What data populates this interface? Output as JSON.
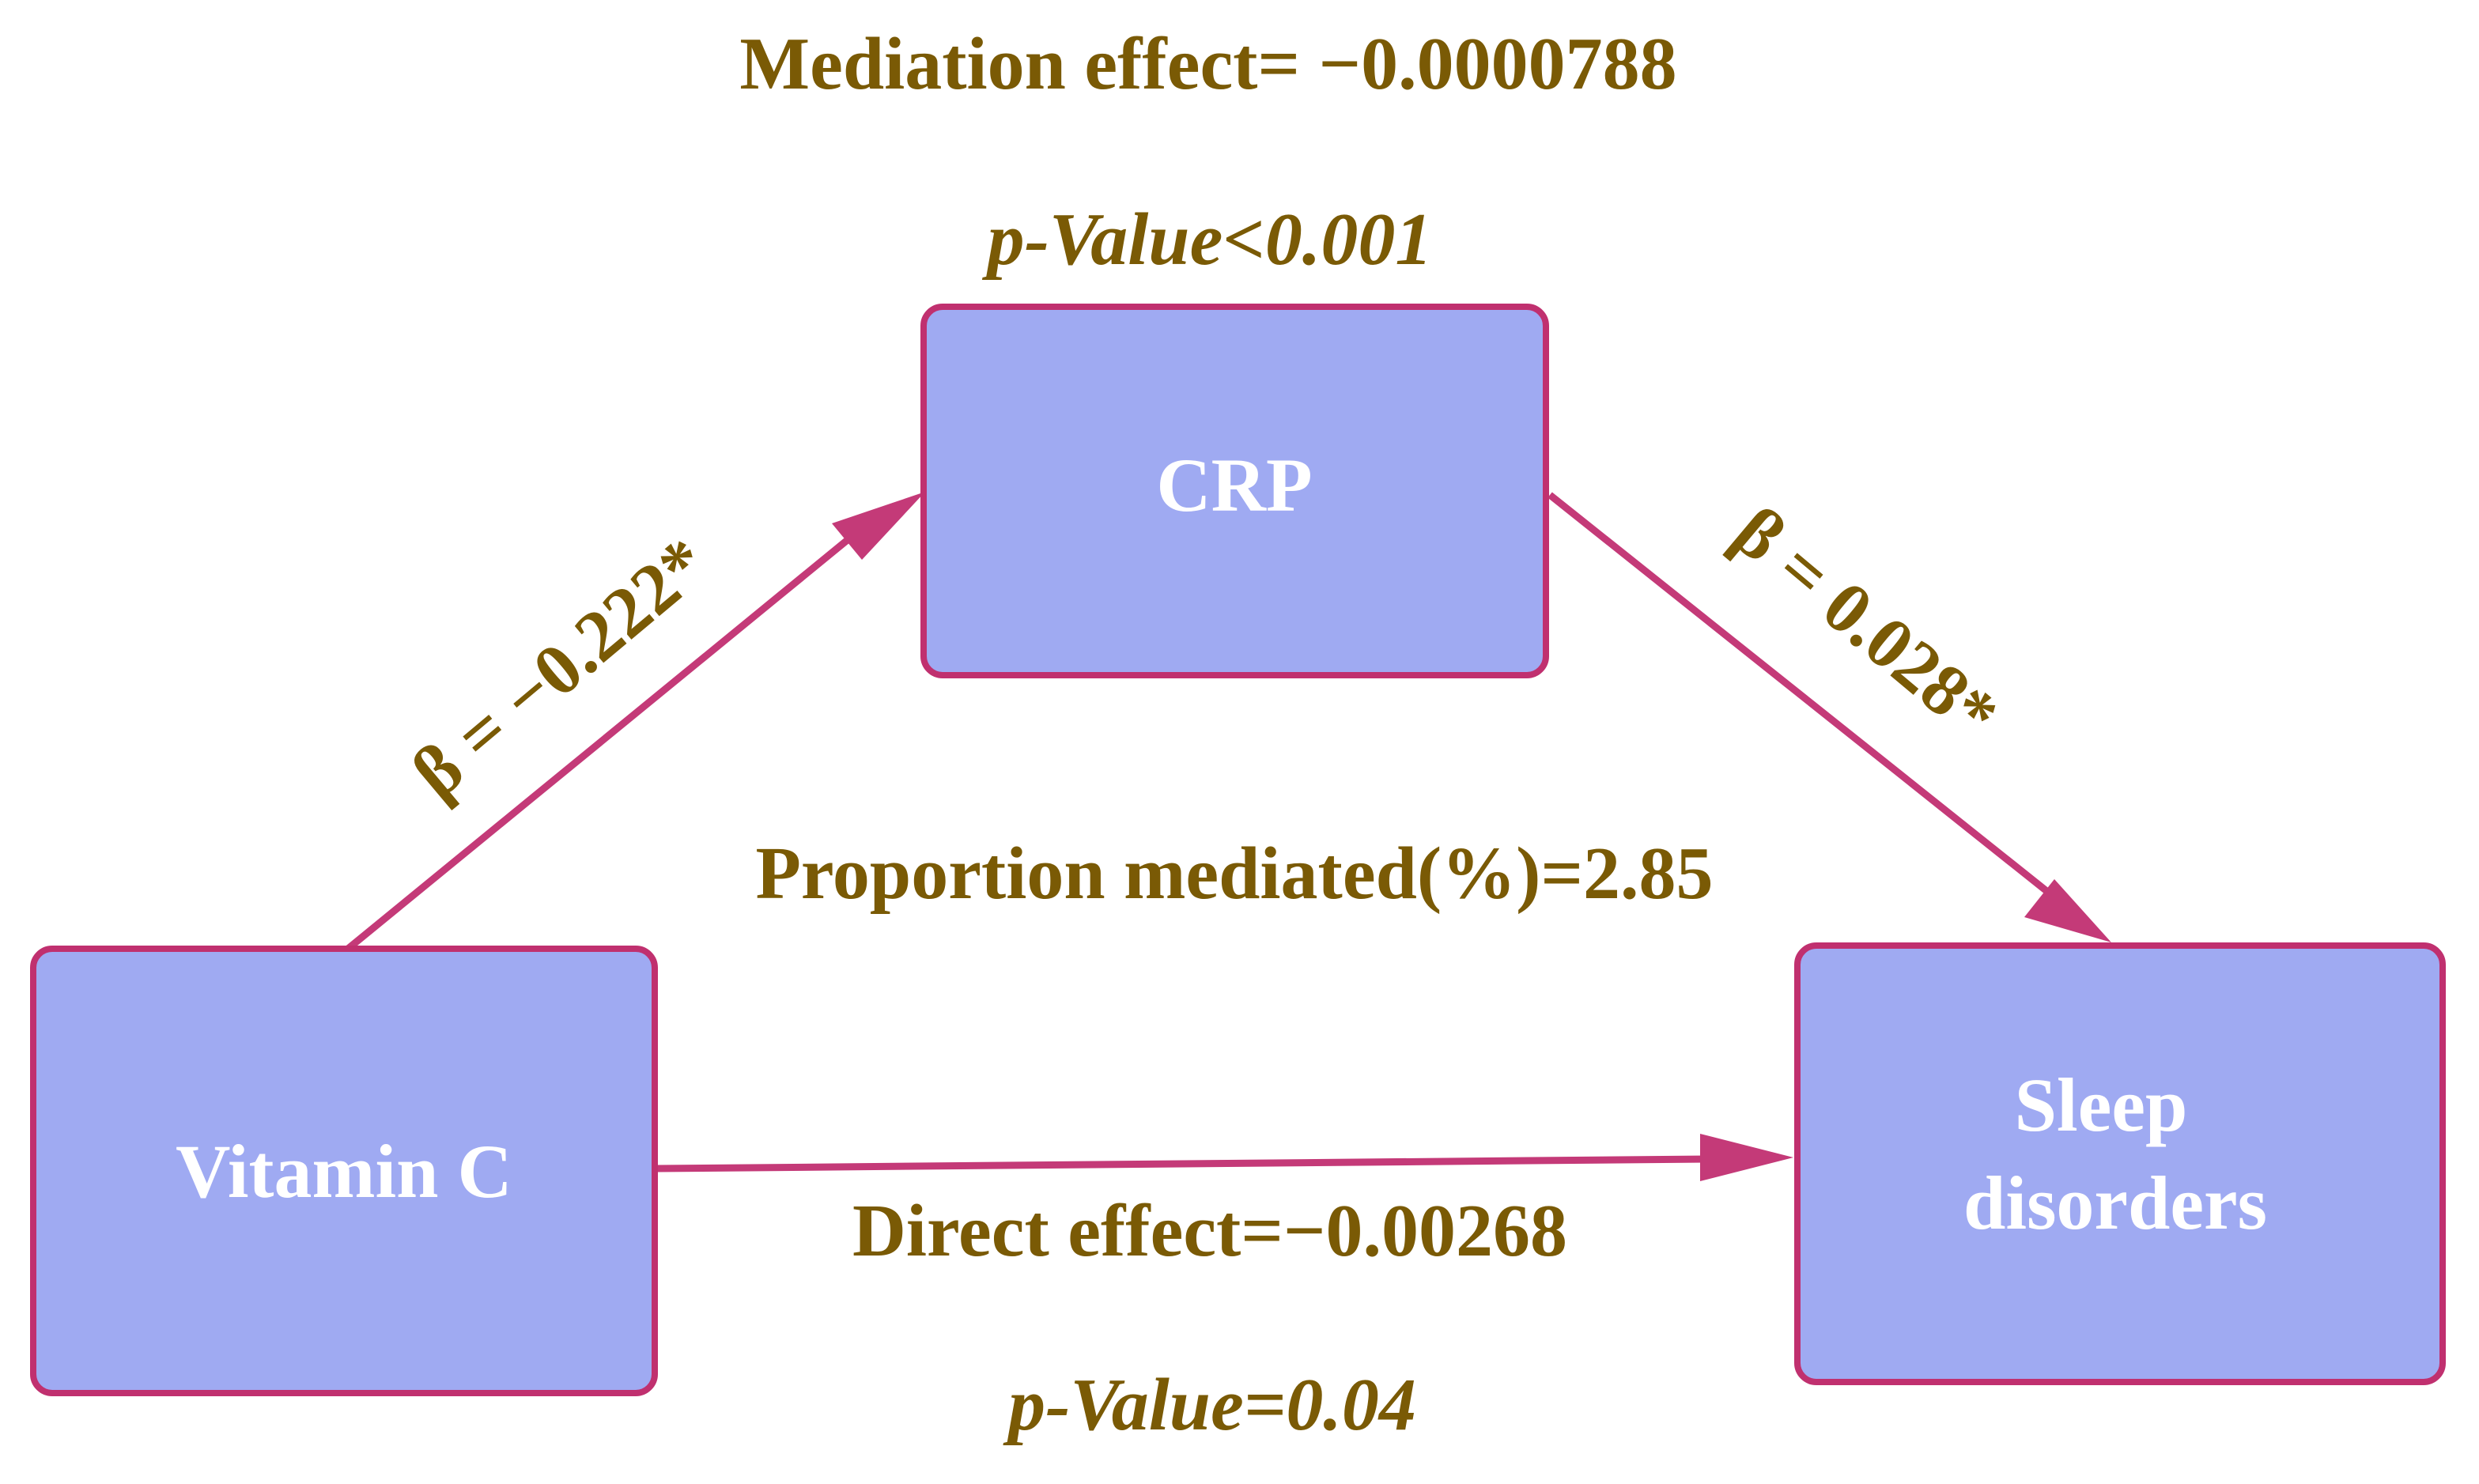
{
  "colors": {
    "box_fill": "#9faaf2",
    "box_border": "#c0306f",
    "arrow": "#c43a78",
    "label_text": "#7a5a05",
    "box_text": "#ffffff"
  },
  "nodes": {
    "mediator": {
      "label": "CRP"
    },
    "exposure": {
      "label": "Vitamin C"
    },
    "outcome": {
      "line1": "Sleep",
      "line2": "disorders"
    }
  },
  "labels": {
    "mediation_effect": "Mediation effect= −0.0000788",
    "mediation_p": "p-Value<0.001",
    "proportion_mediated": "Proportion mediated(%)=2.85",
    "direct_effect": "Direct effect=−0.00268",
    "direct_p": "p-Value=0.04"
  },
  "paths": {
    "exposure_to_mediator": {
      "label": "β = −0.222*"
    },
    "mediator_to_outcome": {
      "label": "β = 0.028*"
    },
    "exposure_to_outcome": {
      "label": ""
    }
  }
}
